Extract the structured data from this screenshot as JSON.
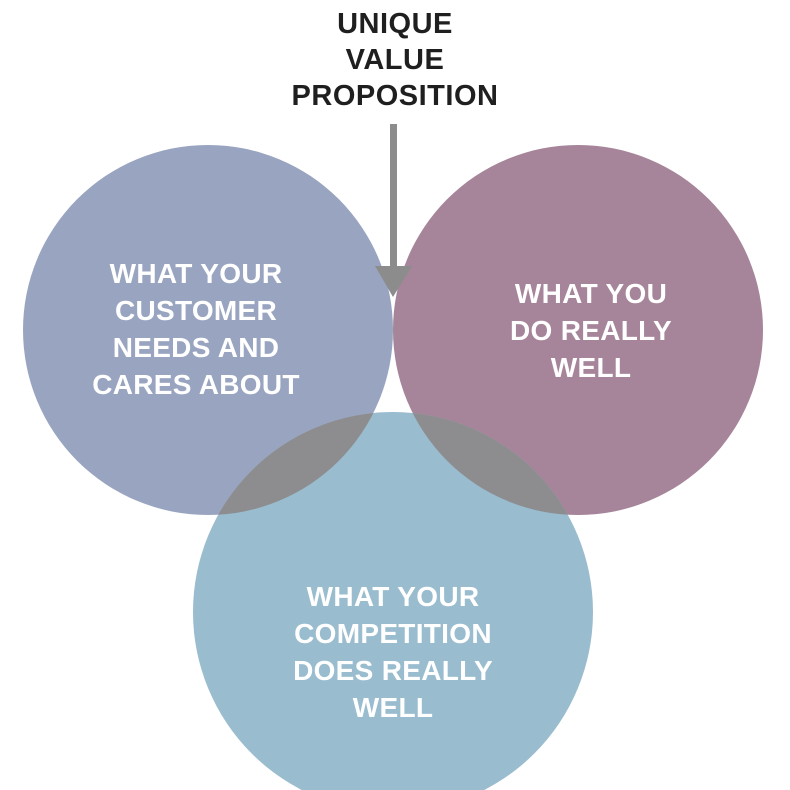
{
  "title": {
    "lines": [
      "UNIQUE",
      "VALUE",
      "PROPOSITION"
    ]
  },
  "circles": {
    "customer": {
      "lines": [
        "WHAT YOUR",
        "CUSTOMER",
        "NEEDS AND",
        "CARES ABOUT"
      ],
      "color": "#99A5C0"
    },
    "you": {
      "lines": [
        "WHAT YOU",
        "DO REALLY",
        "WELL"
      ],
      "color": "#A68499"
    },
    "competition": {
      "lines": [
        "WHAT YOUR",
        "COMPETITION",
        "DOES REALLY",
        "WELL"
      ],
      "color": "#99BCCF"
    }
  },
  "overlap_colors": {
    "customer_and_you": "#5E0049",
    "with_competition": "#8D8D8F",
    "all_three": "#1F1816"
  },
  "arrow_color": "#8C8C8C"
}
